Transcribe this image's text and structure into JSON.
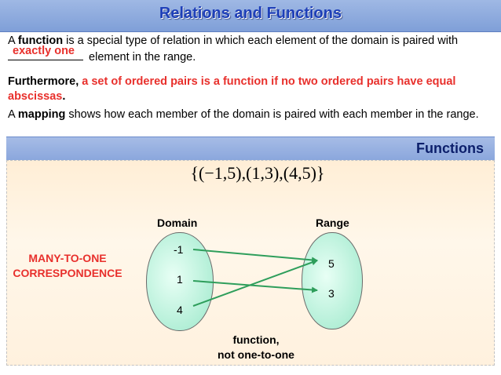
{
  "title": "Relations and Functions",
  "intro": {
    "t1": "A ",
    "bold_word": "function",
    "t2": " is a special type of relation in which each element of the domain is paired with ",
    "blank_answer": "exactly one",
    "t3": " element in the range."
  },
  "furthermore": {
    "lead": "Furthermore, ",
    "red_text": "a set of ordered pairs is a function if no two ordered pairs have equal abscissas",
    "end": "."
  },
  "mapping_def": {
    "t1": "A ",
    "bold_word": "mapping",
    "t2": " shows how each member of the domain is paired with each member in the range."
  },
  "section_title": "Functions",
  "set_expression": "{(−1,5),(1,3),(4,5)}",
  "domain": {
    "label": "Domain",
    "values": [
      "-1",
      "1",
      "4"
    ]
  },
  "range": {
    "label": "Range",
    "values": [
      "5",
      "3"
    ]
  },
  "correspondence": {
    "line1": "MANY-TO-ONE",
    "line2": "CORRESPONDENCE"
  },
  "function_note": {
    "line1": "function,",
    "line2": "not one-to-one"
  },
  "colors": {
    "title": "#1e3fb8",
    "emphasis": "#e8302c",
    "arrow": "#2e9e5b",
    "oval_fill": "#b3efd7"
  },
  "mapping_pairs": [
    {
      "from": "-1",
      "to": "5"
    },
    {
      "from": "1",
      "to": "3"
    },
    {
      "from": "4",
      "to": "5"
    }
  ]
}
